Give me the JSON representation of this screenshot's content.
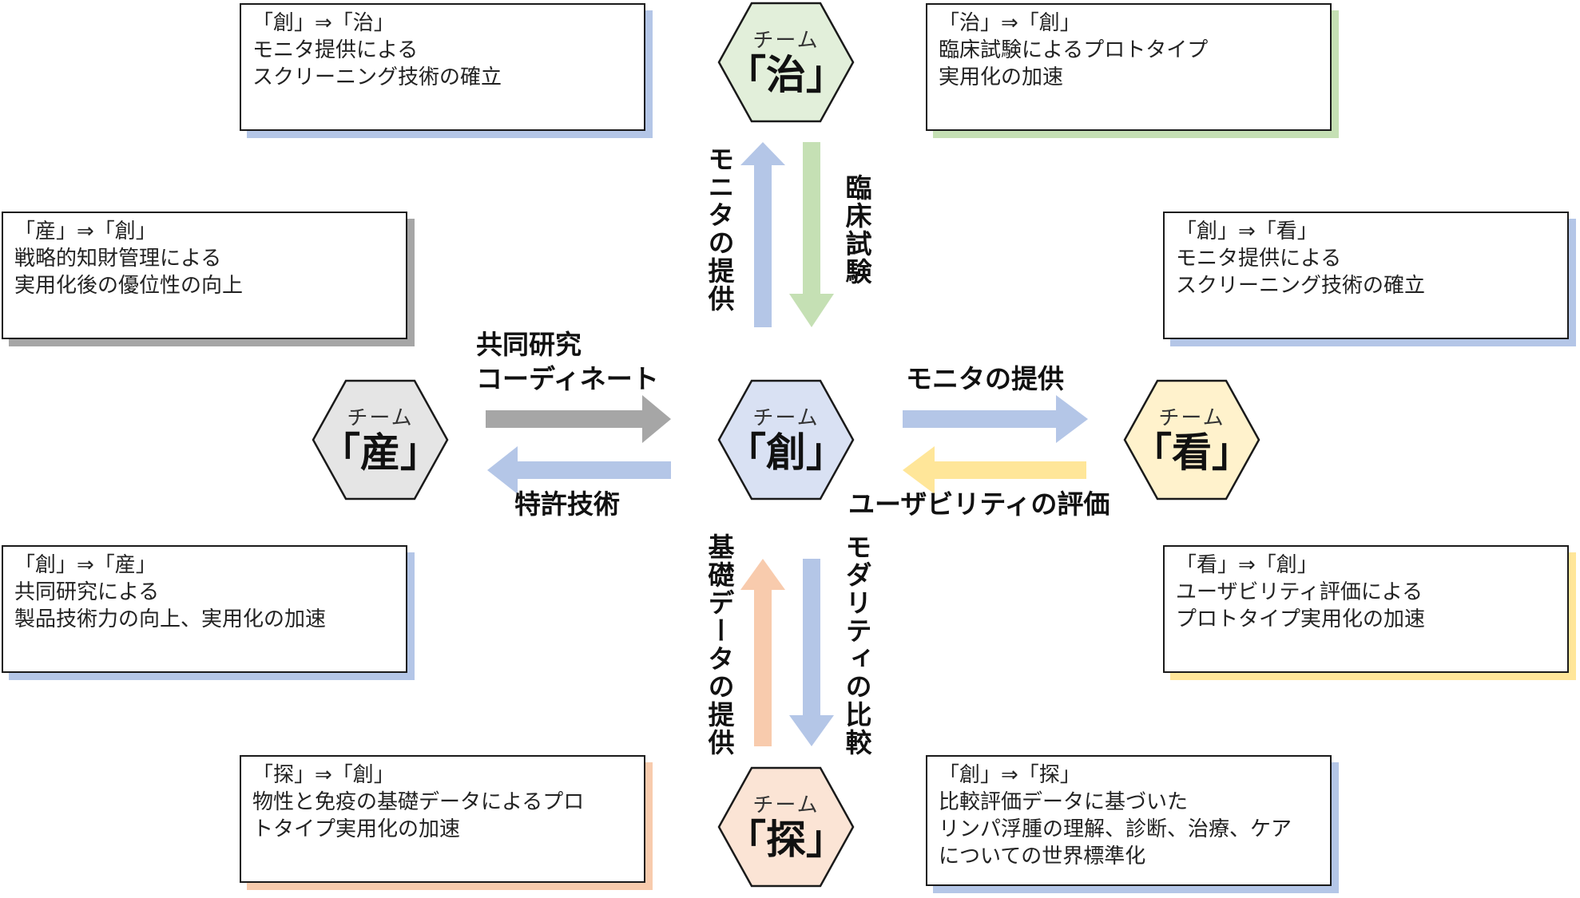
{
  "colors": {
    "blue": "#b4c6e7",
    "green": "#c5e0b4",
    "gray": "#a6a6a6",
    "yellow": "#ffe699",
    "peach": "#f8cbad",
    "hex_center": "#d9e1f3",
    "hex_top": "#e2efda",
    "hex_left": "#e5e5e5",
    "hex_right": "#fff2cc",
    "hex_bottom": "#fbe4d5"
  },
  "teams": {
    "center": {
      "team": "チーム",
      "name": "「創」"
    },
    "top": {
      "team": "チーム",
      "name": "「治」"
    },
    "left": {
      "team": "チーム",
      "name": "「産」"
    },
    "right": {
      "team": "チーム",
      "name": "「看」"
    },
    "bottom": {
      "team": "チーム",
      "name": "「探」"
    }
  },
  "boxes": {
    "top_left": {
      "lines": [
        "「創」⇒「治」",
        "モニタ提供による",
        "スクリーニング技術の確立"
      ]
    },
    "top_right": {
      "lines": [
        "「治」⇒「創」",
        "臨床試験によるプロトタイプ",
        "実用化の加速"
      ]
    },
    "mid_left_upper": {
      "lines": [
        "「産」⇒「創」",
        "戦略的知財管理による",
        "実用化後の優位性の向上"
      ]
    },
    "mid_right_upper": {
      "lines": [
        "「創」⇒「看」",
        "モニタ提供による",
        "スクリーニング技術の確立"
      ]
    },
    "mid_left_lower": {
      "lines": [
        "「創」⇒「産」",
        "共同研究による",
        "製品技術力の向上、実用化の加速"
      ]
    },
    "mid_right_lower": {
      "lines": [
        "「看」⇒「創」",
        "ユーザビリティ評価による",
        "プロトタイプ実用化の加速"
      ]
    },
    "bottom_left": {
      "lines": [
        "「探」⇒「創」",
        "物性と免疫の基礎データによるプロ",
        "トタイプ実用化の加速"
      ]
    },
    "bottom_right": {
      "lines": [
        "「創」⇒「探」",
        "比較評価データに基づいた",
        "リンパ浮腫の理解、診断、治療、ケア",
        "についての世界標準化"
      ]
    }
  },
  "arrow_labels": {
    "up_monitor": "モニタの提供",
    "down_clinical": "臨床試験",
    "left_coord_1": "共同研究",
    "left_coord_2": "コーディネート",
    "left_patent": "特許技術",
    "right_monitor": "モニタの提供",
    "right_usability": "ユーザビリティの評価",
    "down_basic": "基礎データの提供",
    "down_modality": "モダリティの比較"
  }
}
